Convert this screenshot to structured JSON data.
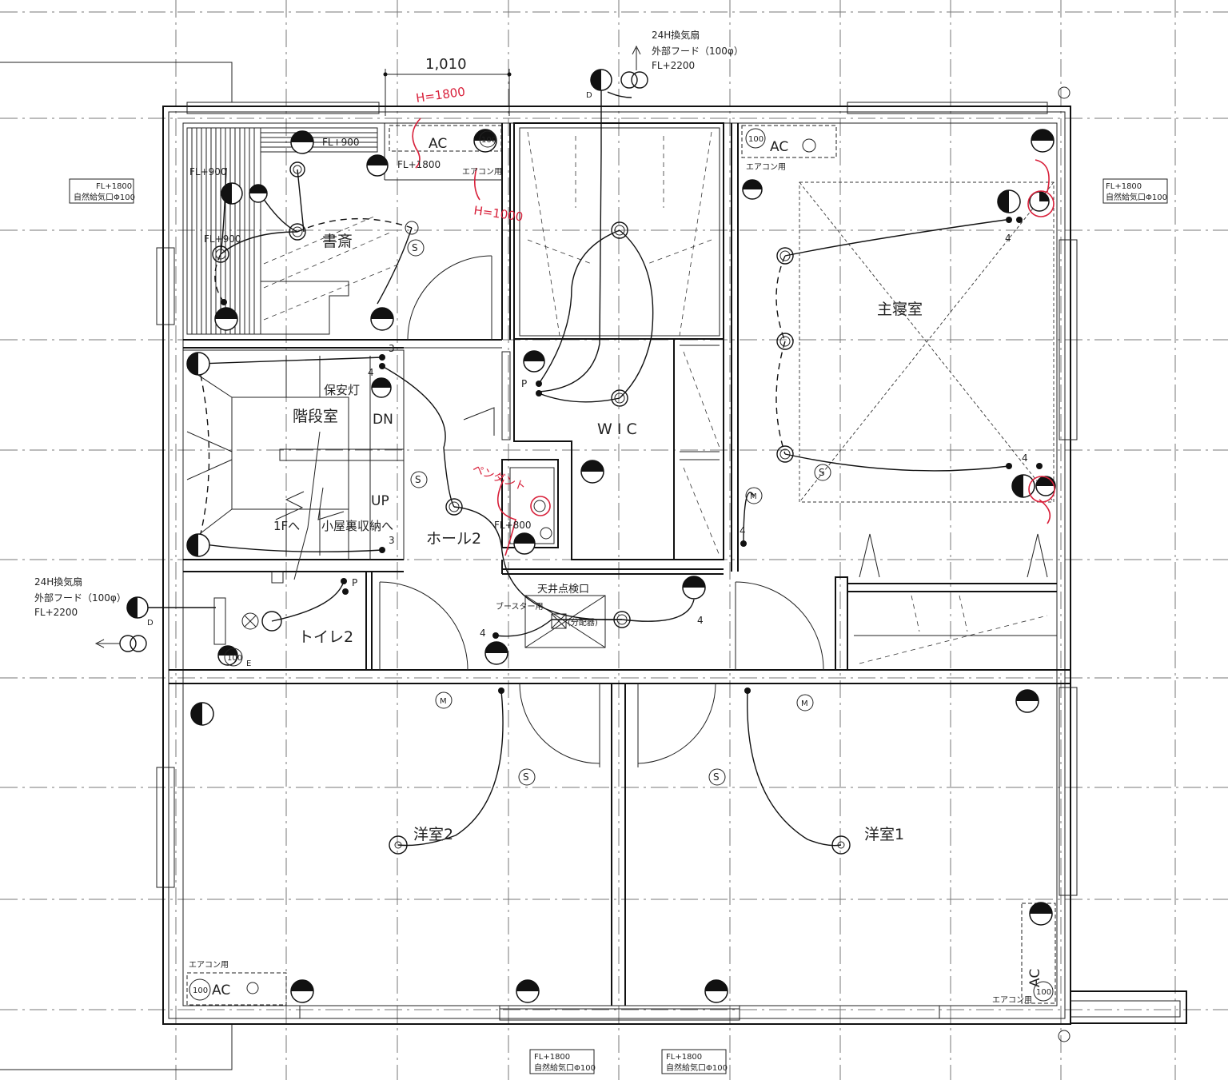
{
  "dimension": {
    "value": "1,010"
  },
  "rooms": {
    "study": "書斎",
    "stair": "階段室",
    "wic": "W I C",
    "master": "主寝室",
    "hall": "ホール2",
    "toilet": "トイレ2",
    "western2": "洋室2",
    "western1": "洋室1"
  },
  "stair_labels": {
    "dn": "DN",
    "up": "UP",
    "to_1f": "1Fへ",
    "to_attic": "小屋裏収納へ",
    "security_light": "保安灯"
  },
  "fans": {
    "top": {
      "title": "24H換気扇",
      "hood": "外部フード（100φ）",
      "height": "FL+2200"
    },
    "left": {
      "title": "24H換気扇",
      "hood": "外部フード（100φ）",
      "height": "FL+2200"
    }
  },
  "vents": {
    "left": {
      "height": "FL+1800",
      "label": "自然給気口Φ100"
    },
    "right": {
      "height": "FL+1800",
      "label": "自然給気口Φ100"
    },
    "bottom1": {
      "height": "FL+1800",
      "label": "自然給気口Φ100"
    },
    "bottom2": {
      "height": "FL+1800",
      "label": "自然給気口Φ100"
    }
  },
  "ac_units": {
    "label": "AC",
    "purpose": "エアコン用",
    "sleeve": "100",
    "study_height": "FL+1800"
  },
  "annotations": {
    "fl900_a": "FL+900",
    "fl900_b": "FL+900",
    "fl900_c": "FL+900",
    "fl800": "FL+800",
    "ceiling_hatch": "天井点検口",
    "booster": "ブースター用",
    "splitter": "(分配器)",
    "toilet_sleeve": "100",
    "sym_s": "S",
    "sym_m": "M",
    "sym_p": "P",
    "sym_d": "D",
    "sym_e": "E",
    "n3": "3",
    "n4": "4"
  },
  "red_markups": {
    "h1800": "H=1800",
    "h1000": "H=1000",
    "pendant": "ペンダント"
  },
  "colors": {
    "ink": "#111111",
    "markup": "#d8203a",
    "grid": "#777777"
  }
}
